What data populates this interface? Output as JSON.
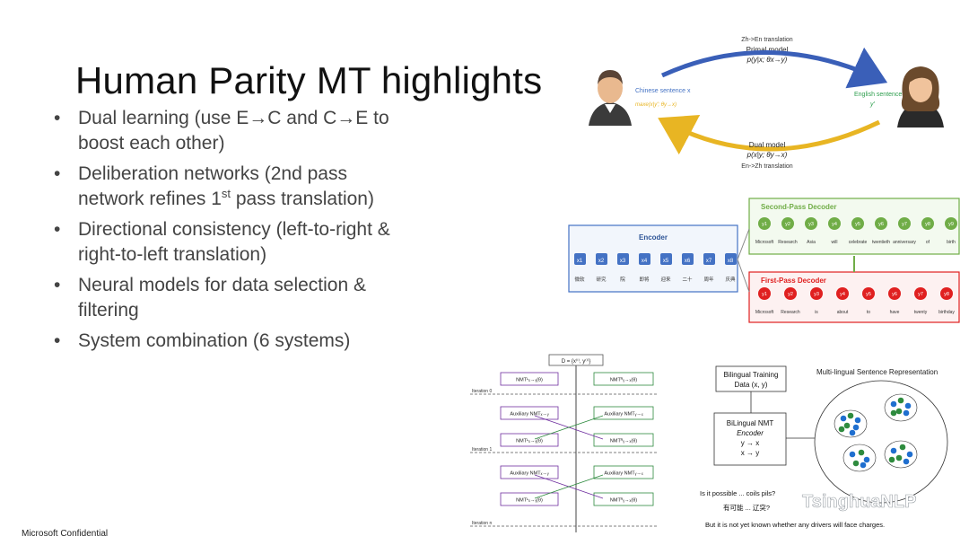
{
  "title": "Human Parity MT highlights",
  "bullets": [
    {
      "lines": [
        "Dual learning (use E→C and C→E to",
        "boost each other)"
      ]
    },
    {
      "lines": [
        "Deliberation networks (2nd pass",
        "network refines 1",
        "st",
        " pass translation)"
      ]
    },
    {
      "lines": [
        "Directional consistency (left-to-right &",
        "right-to-left translation)"
      ]
    },
    {
      "lines": [
        "Neural models for data selection &",
        "filtering"
      ]
    },
    {
      "lines": [
        "System combination (6 systems)"
      ]
    }
  ],
  "footer": "Microsoft Confidential",
  "dual_learning": {
    "top_label": "Zh->En translation",
    "primal_label": "Primal model",
    "primal_formula": "p(y|x; θx→y)",
    "source_label": "Chinese sentence x",
    "source_formula": "maxe(x|y′; θy→x)",
    "target_label": "English sentence",
    "target_var": "y′",
    "dual_label": "Dual model",
    "dual_formula": "p(x|y; θy→x)",
    "bottom_label": "En->Zh translation"
  },
  "deliberation": {
    "encoder_label": "Encoder",
    "second_pass_label": "Second-Pass Decoder",
    "first_pass_label": "First-Pass Decoder",
    "encoder_tokens": [
      "x1",
      "x2",
      "x3",
      "x4",
      "x5",
      "x6",
      "x7",
      "x8"
    ],
    "encoder_words": [
      "微软",
      "研究",
      "院",
      "即将",
      "迎来",
      "二十",
      "周年",
      "庆典"
    ],
    "second_tokens": [
      "y1",
      "y2",
      "y3",
      "y4",
      "y5",
      "y6",
      "y7",
      "y8",
      "y9"
    ],
    "second_words": [
      "Microsoft",
      "Research",
      "Asia",
      "will",
      "celebrate",
      "twentieth",
      "anniversary",
      "of",
      "birth"
    ],
    "first_tokens": [
      "y1",
      "y2",
      "y3",
      "y4",
      "y5",
      "y6",
      "y7",
      "y8"
    ],
    "first_words": [
      "Microsoft",
      "Research",
      "is",
      "about",
      "to",
      "have",
      "twenty",
      "birthday"
    ]
  },
  "iteration": {
    "data_label": "D = {x⁽ⁱ⁾, y⁽ⁱ⁾}",
    "left_boxes": [
      "NMTᴸₓ→ᵧ(θ)",
      "Auxiliary NMTₓ→ᵧ",
      "NMTᴸₓ→ᵧ(θ)",
      "Auxiliary NMTₓ→ᵧ",
      "NMTᴸₓ→ᵧ(θ)"
    ],
    "right_boxes": [
      "NMTᴿᵧ→ₓ(θ)",
      "Auxiliary NMTᵧ→ₓ",
      "NMTᴿᵧ→ₓ(θ)",
      "Auxiliary NMTᵧ→ₓ",
      "NMTᴿᵧ→ₓ(θ)"
    ],
    "iteration_labels": [
      "Iteration 0",
      "Iteration 1",
      "Iteration n"
    ]
  },
  "multilingual": {
    "bilingual_box_line1": "Bilingual Training",
    "bilingual_box_line2": "Data (x, y)",
    "encoder_line1": "BiLingual NMT",
    "encoder_line2": "Encoder",
    "encoder_line3": "y → x",
    "encoder_line4": "x → y",
    "representation_title": "Multi-lingual Sentence Representation",
    "sentence_en": "Is it possible ... coils pils?",
    "sentence_zh": "有可能 ... 辽突?",
    "sentence_bottom": "But it is not yet known whether any drivers will face charges."
  },
  "watermark": "TsinghuaNLP",
  "colors": {
    "primal_arrow": "#3a5fb8",
    "dual_arrow": "#e8b523",
    "source_text": "#4472c4",
    "target_text": "#2e9e4e",
    "encoder_node": "#4472c4",
    "second_pass_node": "#70ad47",
    "first_pass_node": "#e02020",
    "cluster_blue": "#1f6fcf",
    "cluster_green": "#2e8b3e"
  }
}
